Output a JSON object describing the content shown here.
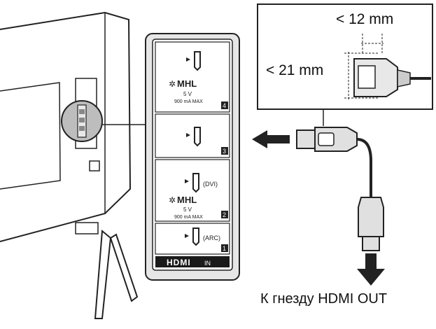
{
  "port_panel": {
    "ports": [
      {
        "number": "4",
        "brand": "MHL",
        "voltage": "5 V",
        "current": "900 mA MAX"
      },
      {
        "number": "3"
      },
      {
        "number": "2",
        "tag": "(DVI)",
        "brand": "MHL",
        "voltage": "5 V",
        "current": "900 mA MAX"
      },
      {
        "number": "1",
        "tag": "(ARC)"
      }
    ],
    "footer_logo": "HDMI",
    "footer_suffix": "IN"
  },
  "connector_detail": {
    "width_label": "< 12 mm",
    "height_label": "< 21 mm"
  },
  "caption": "К гнезду HDMI OUT",
  "colors": {
    "line": "#222222",
    "panel_fill": "#ffffff",
    "logo_bar": "#1a1a1a",
    "arrow": "#222222"
  }
}
